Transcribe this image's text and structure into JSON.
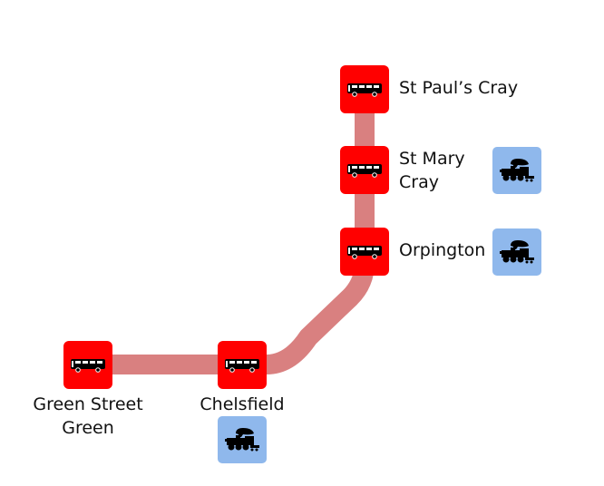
{
  "colors": {
    "stop": "#ff0000",
    "route": "#d98080",
    "rail": "#8fb8ec"
  },
  "stops": [
    {
      "name": "St Paul’s Cray",
      "icon": "bus-icon",
      "rail": false
    },
    {
      "name_lines": [
        "St Mary",
        "Cray"
      ],
      "icon": "bus-icon",
      "rail": true
    },
    {
      "name": "Orpington",
      "icon": "bus-icon",
      "rail": true
    },
    {
      "name": "Chelsfield",
      "icon": "bus-icon",
      "rail": true
    },
    {
      "name_lines": [
        "Green Street",
        "Green"
      ],
      "icon": "bus-icon",
      "rail": false
    }
  ],
  "rail_icon": "steam-train-icon"
}
